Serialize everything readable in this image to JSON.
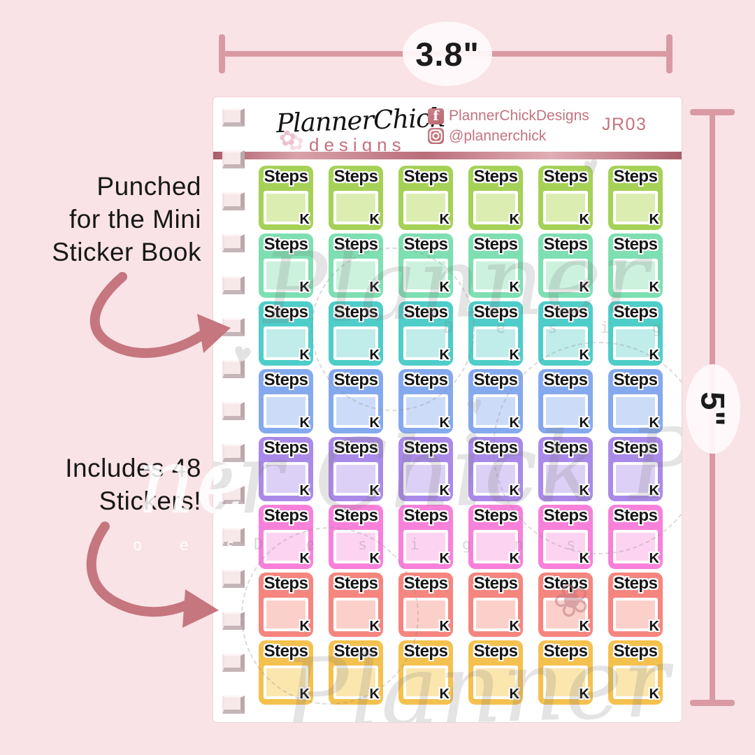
{
  "canvas": {
    "bg": "#f9e3e6"
  },
  "dimensions": {
    "width_label": "3.8\"",
    "height_label": "5\"",
    "line_color": "#d99aa4"
  },
  "notes": {
    "punched": [
      "Punched",
      "for the Mini",
      "Sticker Book"
    ],
    "includes": [
      "Includes 48",
      "Stickers!"
    ],
    "arrow_color": "#c5767f"
  },
  "header": {
    "logo_main": "PlannerChick",
    "logo_sub": "designs",
    "facebook_label": "PlannerChickDesigns",
    "instagram_label": "@plannerchick",
    "sheet_code": "JR03",
    "accent_color": "#c4737f"
  },
  "icons": {
    "facebook_f": "f",
    "flower": "✿",
    "heart": "♥",
    "watermark_flower": "❀"
  },
  "watermark": {
    "script_text": "Planner Chi",
    "script_text2": "er Chick Pl",
    "designs_text": "D e s i g n s",
    "outside_script": "ne",
    "outside_letters": "o e s"
  },
  "punch_holes": {
    "count": 15
  },
  "stickers": {
    "label": "Steps",
    "corner_letter": "K",
    "columns": 6,
    "total_count": 48,
    "rows": [
      {
        "color_name": "green",
        "bg": "#a6d157",
        "inner": "#dcedb2"
      },
      {
        "color_name": "mint",
        "bg": "#7edfb2",
        "inner": "#ccf2de"
      },
      {
        "color_name": "teal",
        "bg": "#4ecdc9",
        "inner": "#c0ecea"
      },
      {
        "color_name": "blue",
        "bg": "#85a9ee",
        "inner": "#ccdcf8"
      },
      {
        "color_name": "purple",
        "bg": "#a98ae8",
        "inner": "#ddd0f6"
      },
      {
        "color_name": "pink",
        "bg": "#f781da",
        "inner": "#fcd4f2"
      },
      {
        "color_name": "coral",
        "bg": "#f5867f",
        "inner": "#fcd0ca"
      },
      {
        "color_name": "yellow",
        "bg": "#f4c14f",
        "inner": "#fbe6ad"
      }
    ]
  }
}
